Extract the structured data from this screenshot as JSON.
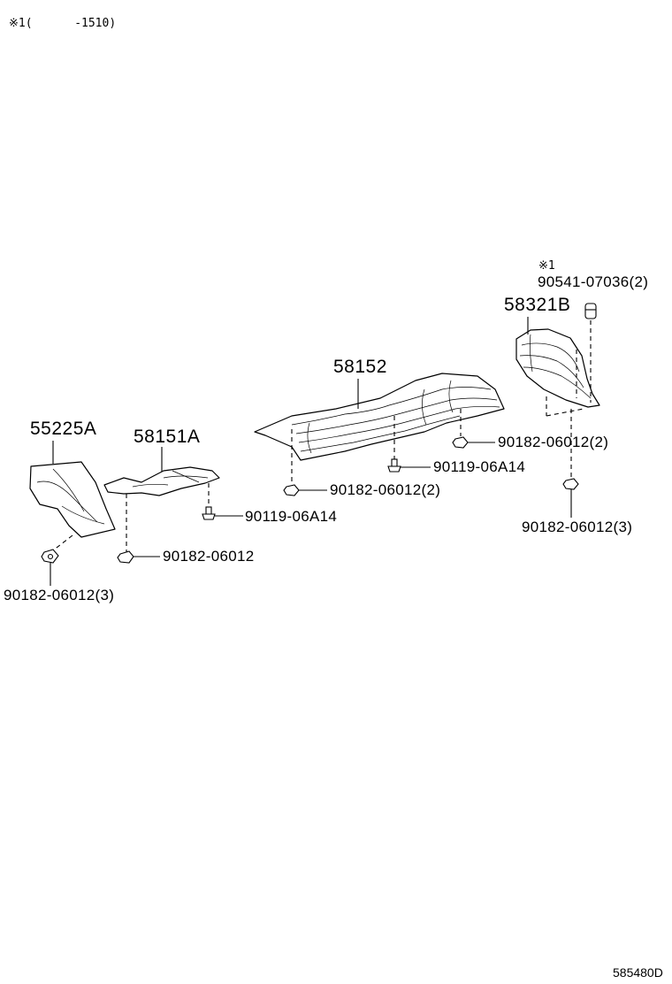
{
  "note": {
    "condition_mark": "※1(",
    "condition_range": "-1510)",
    "part_ref_mark": "※1"
  },
  "labels": {
    "p55225A": "55225A",
    "p58151A": "58151A",
    "p58152": "58152",
    "p58321B": "58321B",
    "p90541": "90541-07036(2)",
    "nut_left": "90182-06012(3)",
    "nut_58151": "90182-06012",
    "bolt_58151": "90119-06A14",
    "nut_58152_left": "90182-06012(2)",
    "bolt_58152": "90119-06A14",
    "nut_58152_right": "90182-06012(2)",
    "nut_right": "90182-06012(3)"
  },
  "footer": {
    "diagram_id": "585480D"
  }
}
